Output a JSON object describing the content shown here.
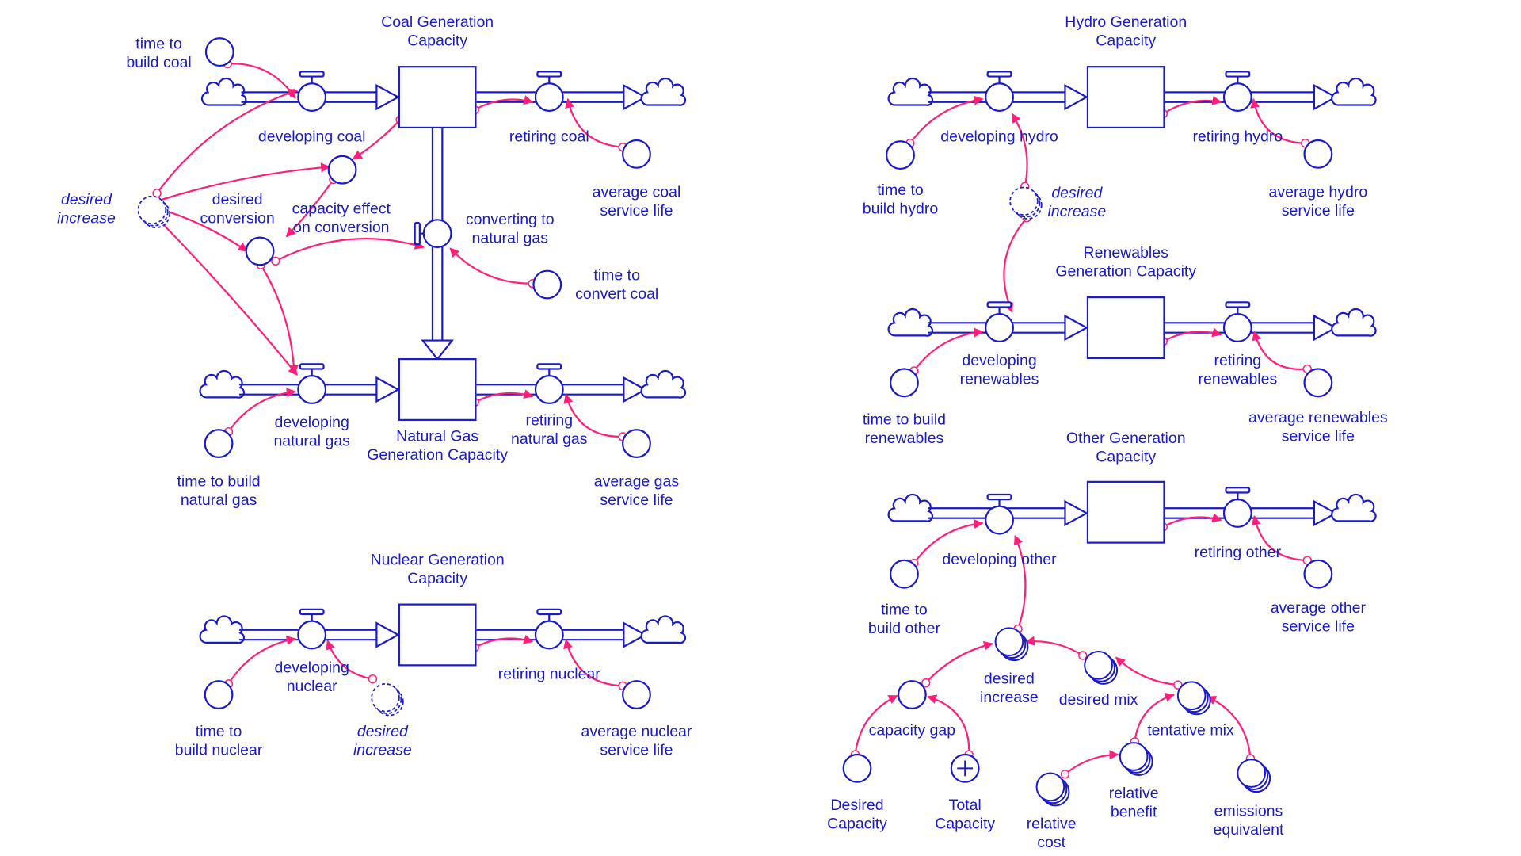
{
  "stocks": [
    {
      "id": "coal",
      "label": [
        "Coal Generation",
        "Capacity"
      ]
    },
    {
      "id": "gas",
      "label": [
        "Natural Gas",
        "Generation Capacity"
      ]
    },
    {
      "id": "nuclear",
      "label": [
        "Nuclear Generation",
        "Capacity"
      ]
    },
    {
      "id": "hydro",
      "label": [
        "Hydro Generation",
        "Capacity"
      ]
    },
    {
      "id": "renew",
      "label": [
        "Renewables",
        "Generation Capacity"
      ]
    },
    {
      "id": "other",
      "label": [
        "Other Generation",
        "Capacity"
      ]
    }
  ],
  "flows": [
    {
      "id": "developing-coal",
      "label": [
        "developing coal"
      ]
    },
    {
      "id": "retiring-coal",
      "label": [
        "retiring coal"
      ]
    },
    {
      "id": "converting-to-natural-gas",
      "label": [
        "converting to",
        "natural gas"
      ]
    },
    {
      "id": "developing-natural-gas",
      "label": [
        "developing",
        "natural gas"
      ]
    },
    {
      "id": "retiring-natural-gas",
      "label": [
        "retiring",
        "natural gas"
      ]
    },
    {
      "id": "developing-nuclear",
      "label": [
        "developing",
        "nuclear"
      ]
    },
    {
      "id": "retiring-nuclear",
      "label": [
        "retiring nuclear"
      ]
    },
    {
      "id": "developing-hydro",
      "label": [
        "developing hydro"
      ]
    },
    {
      "id": "retiring-hydro",
      "label": [
        "retiring hydro"
      ]
    },
    {
      "id": "developing-renewables",
      "label": [
        "developing",
        "renewables"
      ]
    },
    {
      "id": "retiring-renewables",
      "label": [
        "retiring",
        "renewables"
      ]
    },
    {
      "id": "developing-other",
      "label": [
        "developing other"
      ]
    },
    {
      "id": "retiring-other",
      "label": [
        "retiring other"
      ]
    }
  ],
  "converters": [
    {
      "id": "time-to-build-coal",
      "label": [
        "time to",
        "build coal"
      ]
    },
    {
      "id": "desired-increase-coal",
      "label": [
        "desired",
        "increase"
      ],
      "ghost": true
    },
    {
      "id": "desired-conversion",
      "label": [
        "desired",
        "conversion"
      ]
    },
    {
      "id": "capacity-effect-on-conversion",
      "label": [
        "capacity effect",
        "on conversion"
      ]
    },
    {
      "id": "average-coal-service-life",
      "label": [
        "average coal",
        "service life"
      ]
    },
    {
      "id": "time-to-convert-coal",
      "label": [
        "time to",
        "convert coal"
      ]
    },
    {
      "id": "time-to-build-natural-gas",
      "label": [
        "time to build",
        "natural gas"
      ]
    },
    {
      "id": "average-gas-service-life",
      "label": [
        "average gas",
        "service life"
      ]
    },
    {
      "id": "time-to-build-nuclear",
      "label": [
        "time to",
        "build nuclear"
      ]
    },
    {
      "id": "desired-increase-nuclear",
      "label": [
        "desired",
        "increase"
      ],
      "ghost": true
    },
    {
      "id": "average-nuclear-service-life",
      "label": [
        "average nuclear",
        "service life"
      ]
    },
    {
      "id": "time-to-build-hydro",
      "label": [
        "time to",
        "build hydro"
      ]
    },
    {
      "id": "desired-increase-hydro",
      "label": [
        "desired",
        "increase"
      ],
      "ghost": true
    },
    {
      "id": "average-hydro-service-life",
      "label": [
        "average hydro",
        "service life"
      ]
    },
    {
      "id": "time-to-build-renewables",
      "label": [
        "time to build",
        "renewables"
      ]
    },
    {
      "id": "average-renewables-service-life",
      "label": [
        "average renewables",
        "service life"
      ]
    },
    {
      "id": "time-to-build-other",
      "label": [
        "time to",
        "build other"
      ]
    },
    {
      "id": "average-other-service-life",
      "label": [
        "average other",
        "service life"
      ]
    },
    {
      "id": "desired-increase",
      "label": [
        "desired",
        "increase"
      ]
    },
    {
      "id": "desired-mix",
      "label": [
        "desired mix"
      ]
    },
    {
      "id": "tentative-mix",
      "label": [
        "tentative mix"
      ]
    },
    {
      "id": "capacity-gap",
      "label": [
        "capacity gap"
      ]
    },
    {
      "id": "desired-capacity",
      "label": [
        "Desired",
        "Capacity"
      ]
    },
    {
      "id": "total-capacity",
      "label": [
        "Total",
        "Capacity"
      ]
    },
    {
      "id": "relative-cost",
      "label": [
        "relative",
        "cost"
      ]
    },
    {
      "id": "relative-benefit",
      "label": [
        "relative",
        "benefit"
      ]
    },
    {
      "id": "emissions-equivalent",
      "label": [
        "emissions",
        "equivalent"
      ]
    }
  ],
  "colors": {
    "structure": "#1a1ac8",
    "connector": "#ff1f7a",
    "ghost": "#2222cc",
    "background": "#ffffff"
  }
}
